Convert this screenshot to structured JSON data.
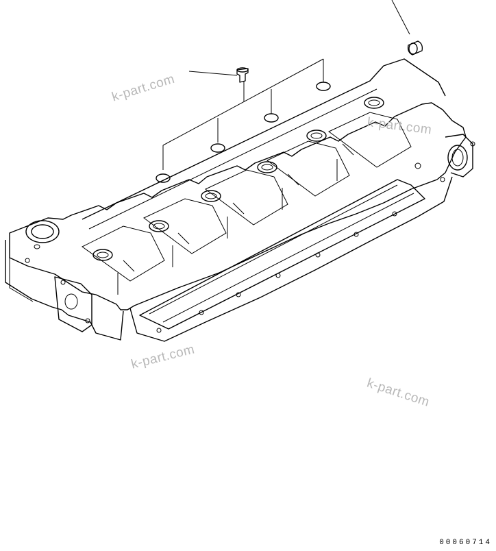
{
  "watermarks": [
    "k-part.com",
    "k-part.com",
    "k-part.com",
    "k-part.com"
  ],
  "drawing_code": "00060714",
  "line_color": "#000000",
  "watermark_color": "#b8b8b8"
}
